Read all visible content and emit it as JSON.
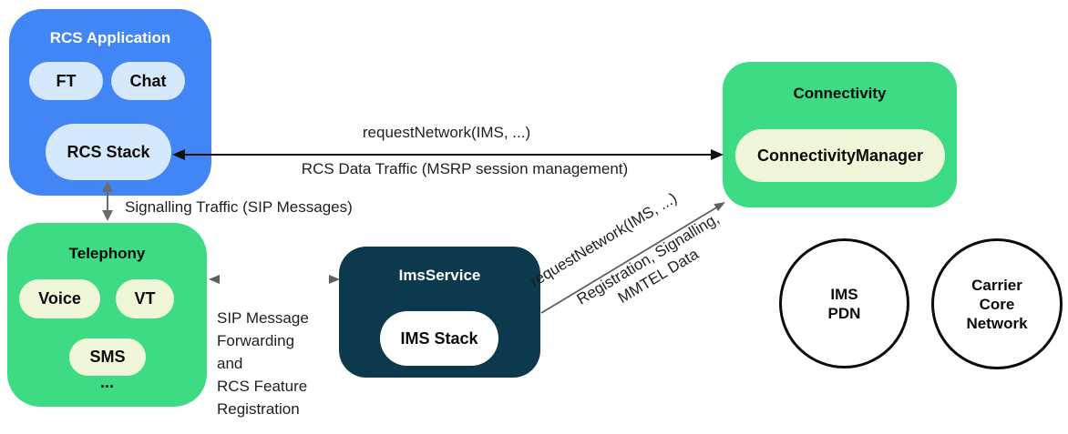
{
  "colors": {
    "blue_box": "#4285F4",
    "blue_pill": "#D6E8FC",
    "green_box": "#3DDC84",
    "cream_pill": "#EFF7D8",
    "dark_navy_box": "#0C394D",
    "arrow_black": "#111111",
    "arrow_gray": "#616161"
  },
  "boxes": {
    "rcs_application": {
      "title": "RCS Application",
      "pills": [
        "FT",
        "Chat"
      ],
      "stack_pill": "RCS Stack"
    },
    "telephony": {
      "title": "Telephony",
      "pills": [
        "Voice",
        "VT",
        "SMS"
      ],
      "ellipsis": "..."
    },
    "ims_service": {
      "title": "ImsService",
      "stack_pill": "IMS Stack"
    },
    "connectivity": {
      "title": "Connectivity",
      "manager_pill": "ConnectivityManager"
    }
  },
  "circles": {
    "ims_pdn": "IMS\nPDN",
    "carrier_core": "Carrier\nCore\nNetwork"
  },
  "arrow_labels": {
    "request_network_top": "requestNetwork(IMS, ...)",
    "rcs_data_traffic": "RCS Data Traffic (MSRP session management)",
    "signalling_traffic": "Signalling Traffic (SIP Messages)",
    "sip_forwarding": "SIP Message\nForwarding\nand\nRCS Feature\nRegistration",
    "request_network_diagonal": "requestNetwork(IMS, ...)",
    "registration_signalling": "Registration, Signalling,\nMMTEL Data"
  }
}
